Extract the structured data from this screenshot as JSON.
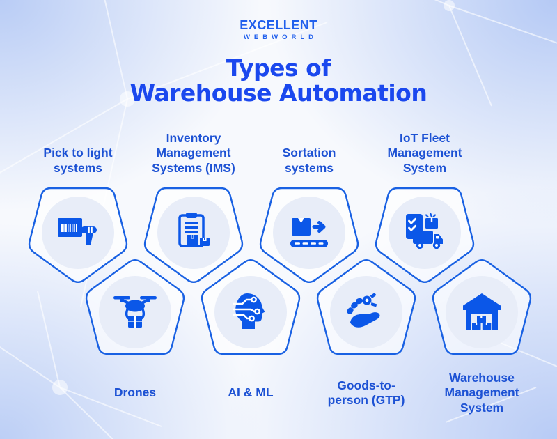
{
  "brand": {
    "name_top": "EXCELLENT",
    "name_bottom": "WEBWORLD"
  },
  "title": {
    "line1": "Types of",
    "line2": "Warehouse Automation"
  },
  "colors": {
    "title_text": "#1b48ee",
    "label_text": "#1d52d4",
    "logo_text": "#2160ed",
    "pentagon_stroke": "#1961e3",
    "icon_fill": "#0b57e8",
    "circle_fill": "#e8edf8"
  },
  "items": [
    {
      "id": "pick-to-light",
      "row": "top",
      "label": "Pick to light\nsystems",
      "icon": "barcode-scanner-icon"
    },
    {
      "id": "inventory-management",
      "row": "top",
      "label": "Inventory\nManagement\nSystems (IMS)",
      "icon": "clipboard-inventory-icon"
    },
    {
      "id": "sortation",
      "row": "top",
      "label": "Sortation\nsystems",
      "icon": "conveyor-sortation-icon"
    },
    {
      "id": "iot-fleet",
      "row": "top",
      "label": "IoT Fleet\nManagement\nSystem",
      "icon": "fleet-truck-icon"
    },
    {
      "id": "drones",
      "row": "bottom",
      "label": "Drones",
      "icon": "drone-package-icon"
    },
    {
      "id": "ai-ml",
      "row": "bottom",
      "label": "AI & ML",
      "icon": "ai-head-circuit-icon"
    },
    {
      "id": "goods-to-person",
      "row": "bottom",
      "label": "Goods-to-\nperson (GTP)",
      "icon": "hand-gtp-icon"
    },
    {
      "id": "warehouse-management",
      "row": "bottom",
      "label": "Warehouse\nManagement\nSystem",
      "icon": "warehouse-building-icon"
    }
  ]
}
